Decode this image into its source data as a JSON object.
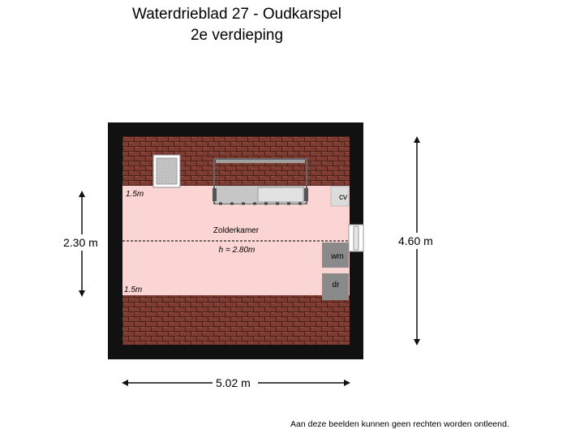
{
  "header": {
    "address": "Waterdrieblad 27 - Oudkarspel",
    "floor": "2e verdieping"
  },
  "room": {
    "name": "Zolderkamer",
    "height": "h = 2.80m",
    "slope_top": "1.5m",
    "slope_bottom": "1.5m"
  },
  "dimensions": {
    "left": "2.30 m",
    "right": "4.60 m",
    "bottom": "5.02 m"
  },
  "fixtures": {
    "cv": "cv",
    "wm": "wm",
    "dr": "dr"
  },
  "footer": {
    "disclaimer": "Aan deze beelden kunnen geen rechten worden ontleend."
  },
  "colors": {
    "wall": "#111111",
    "roof_tile": "#7e3d33",
    "room_fill": "#fbd4d4",
    "fixture": "#8a8a8a"
  }
}
